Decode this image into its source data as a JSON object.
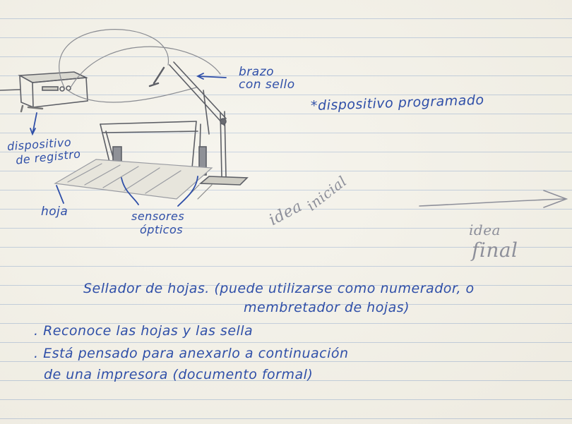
{
  "labels": {
    "brazo": "brazo",
    "con_sello": "con sello",
    "dispositivo_programado": "*dispositivo programado",
    "dispositivo": "dispositivo",
    "de_registro": "de registro",
    "hoja": "hoja",
    "sensores": "sensores",
    "opticos": "ópticos",
    "idea": "idea",
    "inicial": "inicial",
    "idea_final_1": "idea",
    "idea_final_2": "final"
  },
  "notes": {
    "line1": "Sellador de hojas. (puede utilizarse como numerador, o",
    "line2": "membretador de hojas)",
    "line3": ". Reconoce las hojas y las sella",
    "line4": ". Está pensado para anexarlo a continuación",
    "line5": "de una impresora (documento formal)"
  },
  "colors": {
    "ink": "#2f4fa8",
    "pencil": "#8d8f9a",
    "paper": "#f3f1e8",
    "rule": "#b9c7d8"
  }
}
